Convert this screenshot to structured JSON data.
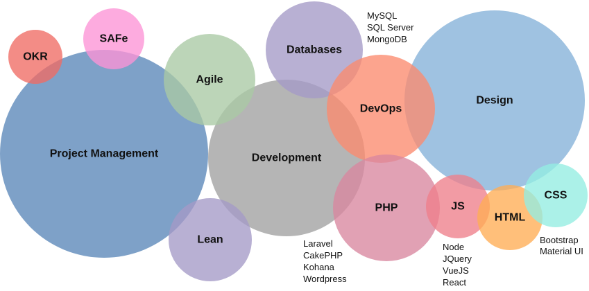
{
  "bubbles": [
    {
      "id": "project-management",
      "label": "Project Management",
      "color": "#5a87b8"
    },
    {
      "id": "development",
      "label": "Development",
      "color": "#a0a0a0"
    },
    {
      "id": "design",
      "label": "Design",
      "color": "#84b1d9"
    },
    {
      "id": "agile",
      "label": "Agile",
      "color": "#a9c9a4"
    },
    {
      "id": "databases",
      "label": "Databases",
      "color": "#a49ac6"
    },
    {
      "id": "devops",
      "label": "DevOps",
      "color": "#fb8a6e"
    },
    {
      "id": "php",
      "label": "PHP",
      "color": "#d9879f"
    },
    {
      "id": "js",
      "label": "JS",
      "color": "#ee7f8a"
    },
    {
      "id": "html",
      "label": "HTML",
      "color": "#ffad54"
    },
    {
      "id": "css",
      "label": "CSS",
      "color": "#93ede2"
    },
    {
      "id": "lean",
      "label": "Lean",
      "color": "#a49ac6"
    },
    {
      "id": "okr",
      "label": "OKR",
      "color": "#ef6b64"
    },
    {
      "id": "safe",
      "label": "SAFe",
      "color": "#fc94d6"
    }
  ],
  "notes": [
    {
      "id": "databases-list",
      "lines": [
        "MySQL",
        "SQL Server",
        "MongoDB"
      ]
    },
    {
      "id": "php-list",
      "lines": [
        "Laravel",
        "CakePHP",
        "Kohana",
        "Wordpress"
      ]
    },
    {
      "id": "js-list",
      "lines": [
        "Node",
        "JQuery",
        "VueJS",
        "React"
      ]
    },
    {
      "id": "css-list",
      "lines": [
        "Bootstrap",
        "Material UI"
      ]
    }
  ]
}
